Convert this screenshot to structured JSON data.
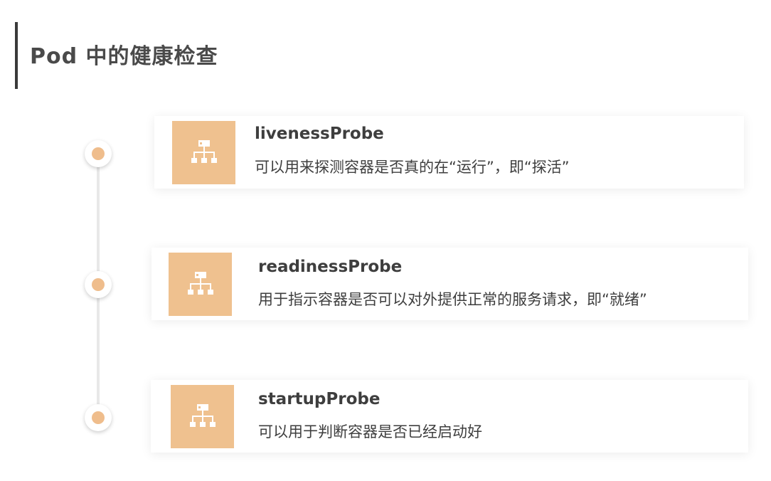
{
  "page": {
    "title": "Pod 中的健康检查"
  },
  "colors": {
    "accent": "#efc18f",
    "dot": "#efbd8c",
    "title_bar": "#3a3a3a",
    "text": "#3e3e3e"
  },
  "probes": [
    {
      "name": "livenessProbe",
      "description": "可以用来探测容器是否真的在“运行”，即“探活”",
      "icon": "hierarchy-icon"
    },
    {
      "name": "readinessProbe",
      "description": "用于指示容器是否可以对外提供正常的服务请求，即“就绪”",
      "icon": "hierarchy-icon"
    },
    {
      "name": "startupProbe",
      "description": "可以用于判断容器是否已经启动好",
      "icon": "hierarchy-icon"
    }
  ]
}
